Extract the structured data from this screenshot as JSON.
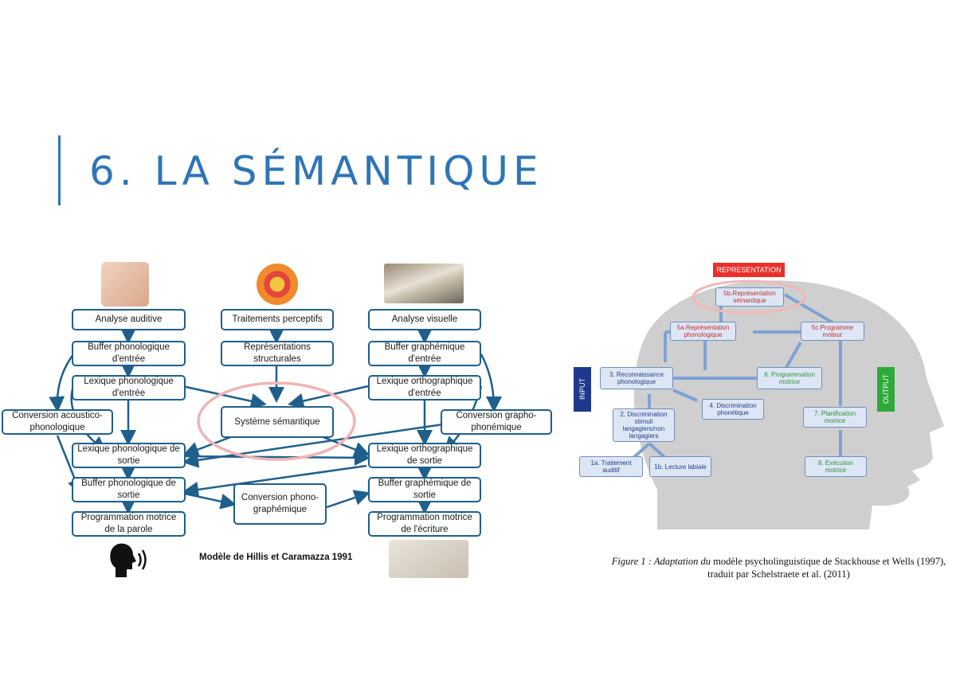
{
  "slide": {
    "title": "6. LA SÉMANTIQUE"
  },
  "left_diagram": {
    "analyse_auditive": "Analyse auditive",
    "traitements_perceptifs": "Traitements perceptifs",
    "analyse_visuelle": "Analyse visuelle",
    "buffer_phon_entree": "Buffer phonologique d'entrée",
    "representations_structurales": "Représentations structurales",
    "buffer_graph_entree": "Buffer graphémique d'entrée",
    "lexique_phon_entree": "Lexique phonologique d'entrée",
    "lexique_ortho_entree": "Lexique orthographique d'entrée",
    "conversion_acoustico": "Conversion acoustico-phonologique",
    "systeme_semantique": "Système sémantique",
    "conversion_grapho": "Conversion grapho-phonémique",
    "lexique_phon_sortie": "Lexique phonologique de sortie",
    "lexique_ortho_sortie": "Lexique orthographique de sortie",
    "buffer_phon_sortie": "Buffer phonologique de sortie",
    "conversion_phono": "Conversion phono-graphémique",
    "buffer_graph_sortie": "Buffer graphémique de sortie",
    "prog_parole": "Programmation motrice de la parole",
    "prog_ecriture": "Programmation motrice de l'écriture",
    "caption": "Modèle de Hillis et Caramazza 1991",
    "pictures": [
      "ear-listening-photo",
      "perception-objects-picture",
      "open-book-photo",
      "speaking-head-icon",
      "writing-hand-photo"
    ]
  },
  "right_figure": {
    "representation_label": "REPRESENTATION",
    "input_label": "INPUT",
    "output_label": "OUTPUT",
    "b5b": "5b.Représentation sémantique",
    "b5a": "5a.Représentation phonologique",
    "b5c": "5c.Programme moteur",
    "b3": "3. Reconnaissance phonologique",
    "b6": "6. Programmation motrice",
    "b4": "4. Discrimination phonétique",
    "b2": "2. Discrimination stimuli langagiers/non langagiers",
    "b7": "7. Planification motrice",
    "b1a": "1a. Traitement auditif",
    "b1b": "1b. Lecture labiale",
    "b8": "8. Exécution motrice",
    "caption_italic": "Figure 1 : Adaptation du",
    "caption_rest": " modèle psycholinguistique de Stackhouse et Wells (1997),",
    "caption_line2": "traduit par Schelstraete et al. (2011)"
  },
  "colors": {
    "title": "#2e75b6",
    "diagram_border": "#1f5f8b",
    "representation": "#e8302a",
    "input": "#1f3a8c",
    "output": "#2eaa3a"
  }
}
